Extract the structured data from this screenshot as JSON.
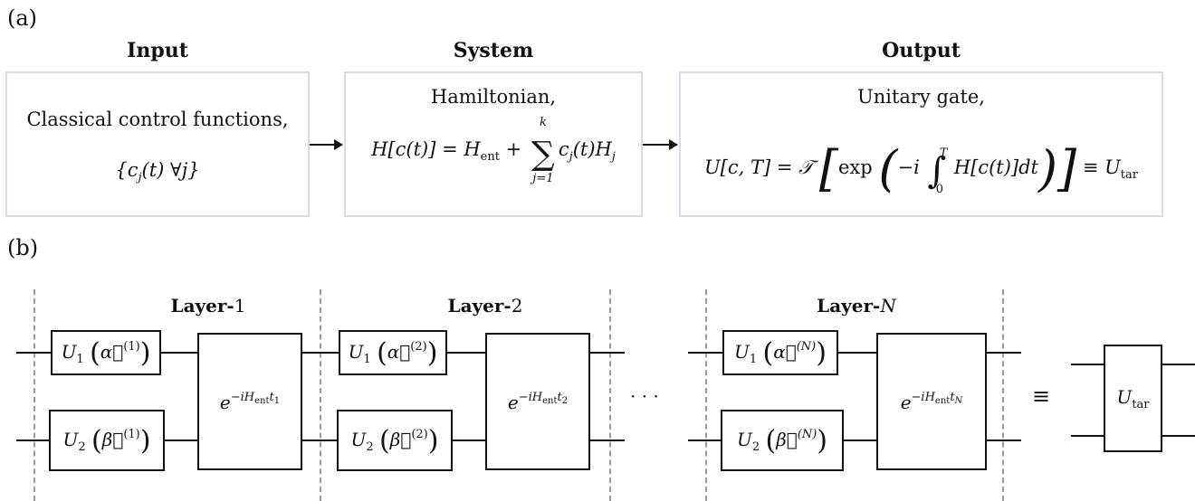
{
  "panel_a": {
    "label": "(a)",
    "input": {
      "heading": "Input",
      "line1": "Classical control functions,",
      "line2_prefix": "{c",
      "line2_sub": "j",
      "line2_suffix": "(t) ∀j}"
    },
    "system": {
      "heading": "System",
      "line1": "Hamiltonian,",
      "eq_lhs": "H[c(t)] = H",
      "eq_sub_ent": "ent",
      "eq_plus": " + ",
      "sum_top": "k",
      "sum_symbol": "∑",
      "sum_bottom": "j=1",
      "eq_rhs_c": "c",
      "eq_rhs_cj": "j",
      "eq_rhs_mid": "(t)H",
      "eq_rhs_hj": "j"
    },
    "output": {
      "heading": "Output",
      "line1": "Unitary gate,",
      "eq_lhs": "U[c, T] = 𝒯",
      "eq_exp": "exp",
      "eq_minus_i": "−i",
      "int_symbol": "∫",
      "int_top": "T",
      "int_bottom": "0",
      "eq_integrand": "H[c(t)]dt",
      "eq_equiv": "≡ U",
      "eq_tar": "tar"
    }
  },
  "panel_b": {
    "label": "(b)",
    "ellipsis": "· · ·",
    "equiv": "≡",
    "layers": [
      {
        "title_bold": "Layer-",
        "title_num": "1",
        "u1_sup": "(1)",
        "u2_sup": "(1)",
        "t_sub": "1"
      },
      {
        "title_bold": "Layer-",
        "title_num": "2",
        "u1_sup": "(2)",
        "u2_sup": "(2)",
        "t_sub": "2"
      },
      {
        "title_bold": "Layer-",
        "title_num": "N",
        "u1_sup": "(N)",
        "u2_sup": "(N)",
        "t_sub": "N"
      }
    ],
    "u1_base": "U",
    "u1_sub": "1",
    "alpha": "α⃗",
    "u2_base": "U",
    "u2_sub": "2",
    "beta": "β⃗",
    "exp_base": "e",
    "exp_power": "−iH",
    "exp_ent": "ent",
    "exp_t": "t",
    "target_base": "U",
    "target_sub": "tar"
  }
}
